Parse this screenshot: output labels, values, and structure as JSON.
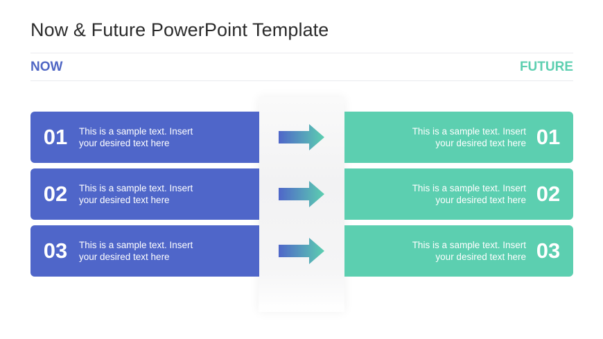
{
  "title": "Now & Future PowerPoint Template",
  "labels": {
    "now": "NOW",
    "future": "FUTURE"
  },
  "colors": {
    "now": "#4f66c9",
    "future": "#5ccfb0",
    "title": "#2b2b2b"
  },
  "rows": [
    {
      "number": "01",
      "now_text": "This is a sample text. Insert your desired text here",
      "future_text": "This is a sample text. Insert your desired text here"
    },
    {
      "number": "02",
      "now_text": "This is a sample text. Insert your desired text here",
      "future_text": "This is a sample text. Insert your desired text here"
    },
    {
      "number": "03",
      "now_text": "This is a sample text. Insert your desired text here",
      "future_text": "This is a sample text. Insert your desired text here"
    }
  ],
  "arrow_icon": "right-arrow-icon"
}
